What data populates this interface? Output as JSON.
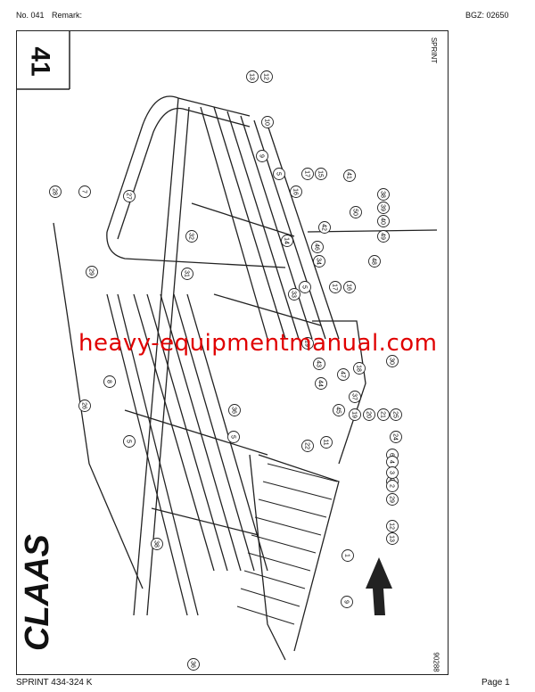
{
  "header": {
    "doc_no": "No. 041",
    "remark_label": "Remark:",
    "bgz": "BGZ: 02650"
  },
  "page_number_large": "41",
  "side_label": "SPRINT",
  "drawing_code": "90288",
  "brand_logo": "CLAAS",
  "watermark": "heavy-equipmentmanual.com",
  "footer": {
    "model": "SPRINT 434-324 K",
    "page": "Page 1"
  },
  "callouts": [
    "13",
    "12",
    "10",
    "9",
    "5",
    "17",
    "16",
    "15",
    "14",
    "41",
    "38",
    "39",
    "40",
    "49",
    "46",
    "48",
    "7",
    "27",
    "32",
    "28",
    "29",
    "8",
    "5",
    "26",
    "33",
    "34",
    "5",
    "17",
    "16",
    "19",
    "43",
    "44",
    "36",
    "45",
    "47",
    "37",
    "18",
    "19",
    "20",
    "21",
    "25",
    "24",
    "6",
    "23",
    "4",
    "3",
    "2",
    "29",
    "38",
    "5",
    "11",
    "12",
    "13",
    "1",
    "9",
    "22",
    "36",
    "30",
    "31",
    "42",
    "50"
  ]
}
